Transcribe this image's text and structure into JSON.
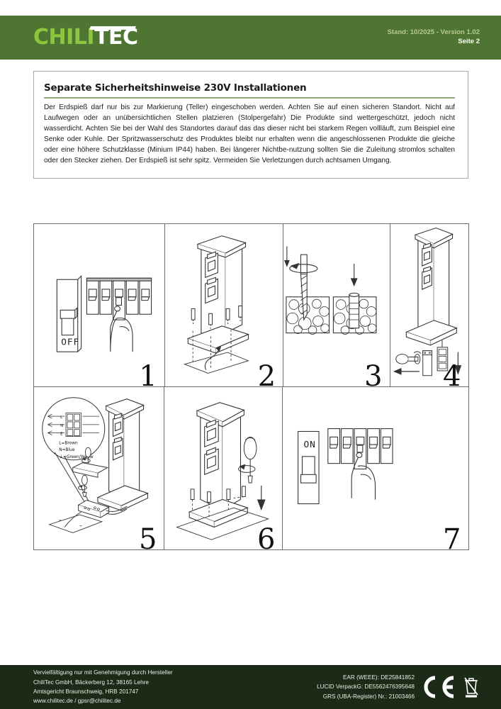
{
  "header": {
    "logo_primary": "CHILI",
    "logo_secondary": "TEC",
    "version_line": "Stand: 10/2025 - Version 1.02",
    "page_line": "Seite 2",
    "bar_color": "#4f7533",
    "accent_color": "#8cc63e"
  },
  "notice": {
    "title": "Separate Sicherheitshinweise 230V Installationen",
    "body": "Der Erdspieß darf nur bis zur Markierung (Teller) eingeschoben werden. Achten Sie auf einen sicheren Standort. Nicht auf Laufwegen oder an unübersichtlichen Stellen platzieren (Stolpergefahr) Die Produkte sind wettergeschützt, jedoch nicht wasserdicht. Achten Sie bei der Wahl des Standortes darauf das das dieser nicht bei starkem Regen vollläuft, zum Beispiel eine Senke oder Kuhle.  Der Spritzwasserschutz des Produktes bleibt nur erhalten wenn die angeschlossenen Produkte die gleiche oder eine höhere Schutzklasse (Minium IP44) haben. Bei längerer Nichtbe-nutzung sollten Sie die Zuleitung stromlos schalten oder den Stecker ziehen. Der Erdspieß ist sehr spitz. Vermeiden Sie Verletzungen durch achtsamen Umgang."
  },
  "steps": {
    "step1": {
      "number": "1",
      "breaker_label": "OFF"
    },
    "step2": {
      "number": "2"
    },
    "step3": {
      "number": "3"
    },
    "step4": {
      "number": "4"
    },
    "step5": {
      "number": "5",
      "wire_l": "L=Brown",
      "wire_n": "N=Blue",
      "wire_e": "=Green/Yellow",
      "term_l": "L",
      "term_n": "N",
      "term_e": "E"
    },
    "step6": {
      "number": "6"
    },
    "step7": {
      "number": "7",
      "breaker_label": "ON"
    }
  },
  "footer": {
    "line1": "Vervielfältigung nur mit Genehmigung durch Hersteller",
    "line2": "ChiliTec GmbH, Bäckerberg 12, 38165 Lehre",
    "line3": "Amtsgericht Braunschweig, HRB 201747",
    "line4": "www.chilitec.de / gpsr@chilitec.de",
    "reg1": "EAR (WEEE): DE25841852",
    "reg2": "LUCID VerpackG: DE5562476395648",
    "reg3": "GRS (UBA-Register) Nr.: 21003466",
    "background": "#1c2b18"
  }
}
